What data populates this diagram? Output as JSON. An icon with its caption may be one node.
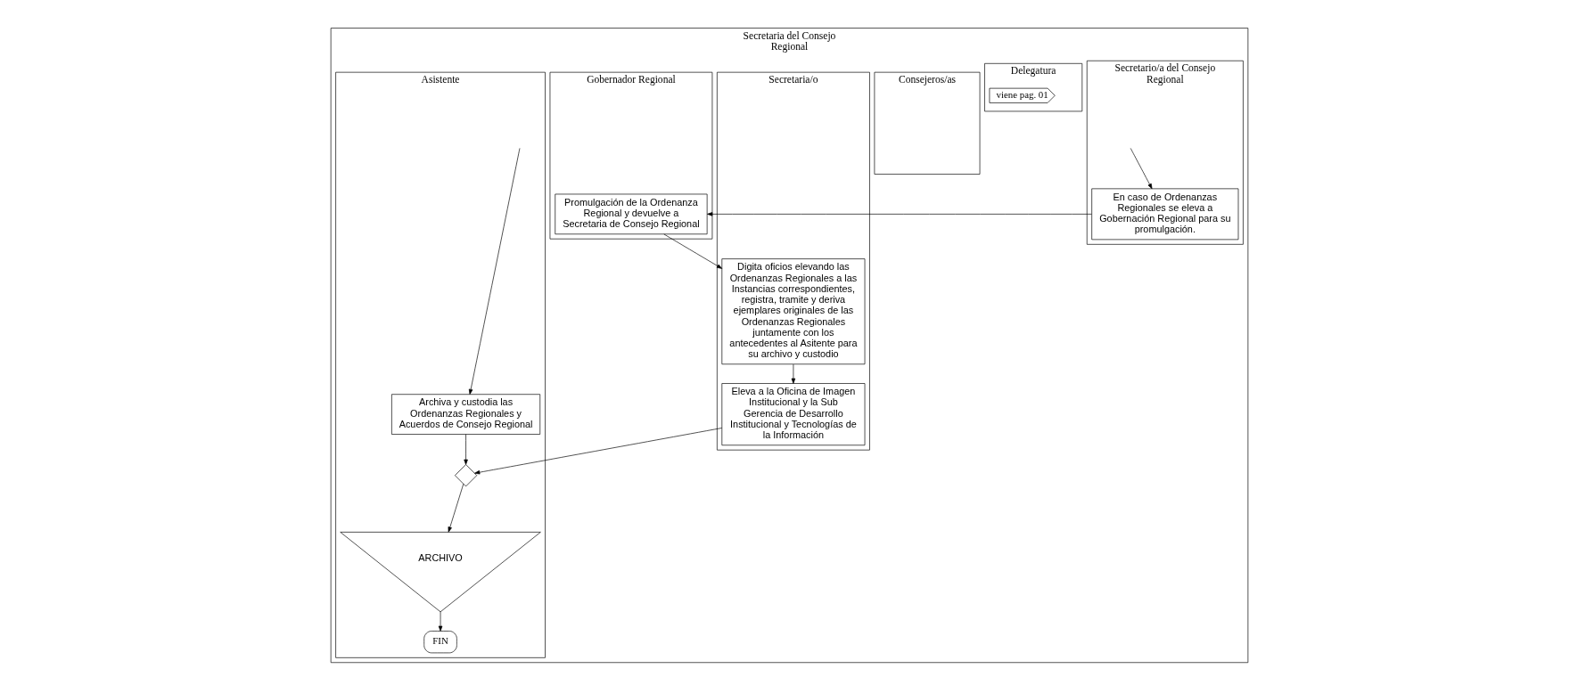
{
  "diagram": {
    "nodes": [
      {
        "text": [
          "Secretaria del Consejo Regional"
        ]
      },
      {
        "text": [
          "Secretario/a del Consejo Regional"
        ],
        "in": 0
      },
      {
        "text": [
          "Delegatura"
        ],
        "in": 0
      },
      {
        "text": [
          "Consejeros/as"
        ],
        "in": 0
      },
      {
        "text": [
          "Secretaria/o"
        ],
        "in": 0
      },
      {
        "text": [
          "Gobernador Regional"
        ],
        "in": 0
      },
      {
        "text": [
          "Asistente"
        ],
        "in": 0
      },
      {
        "text": [
          "En caso de Ordenanzas Regionales se eleva a Gobernación Regional para su promulgación."
        ],
        "in": 1
      },
      {
        "text": [
          "viene pag. 01"
        ],
        "in": 2
      },
      {
        "text": [
          "Digita oficios elevando las Ordenanzas Regionales a las Instancias correspondientes, registra, tramite y deriva ejemplares originales de las Ordenanzas Regionales juntamente con los antecedentes al Asitente para su archivo y custodio"
        ],
        "in": 4
      },
      {
        "text": [
          "Eleva a la Oficina de Imagen Institucional y la Sub Gerencia de Desarrollo Institucional y Tecnologías de la Información"
        ],
        "in": 4
      },
      {
        "text": [
          "Promulgación de la Ordenanza Regional y devuelve a Secretaria de Consejo Regional"
        ],
        "in": 5
      },
      {
        "text": [
          "Archiva y custodia las Ordenanzas Regionales y Acuerdos de Consejo Regional"
        ],
        "in": 6
      },
      {
        "text": [],
        "shape": "diamond",
        "in": 6
      },
      {
        "text": [
          "ARCHIVO"
        ],
        "in": 6
      },
      {
        "text": [
          "FIN"
        ],
        "in": 6
      }
    ],
    "edges": [
      {
        "from": null,
        "to": 7,
        "arrow": "to"
      },
      {
        "from": 7,
        "to": 11,
        "arrow": "to"
      },
      {
        "from": 11,
        "to": 9,
        "arrow": "to"
      },
      {
        "from": 9,
        "to": 10,
        "arrow": "to"
      },
      {
        "from": 10,
        "to": 13,
        "arrow": "to"
      },
      {
        "from": null,
        "to": 12,
        "arrow": "to"
      },
      {
        "from": 12,
        "to": 13,
        "arrow": "to"
      },
      {
        "from": 13,
        "to": 14,
        "arrow": "to"
      },
      {
        "from": 14,
        "to": 15,
        "arrow": "to"
      }
    ]
  }
}
